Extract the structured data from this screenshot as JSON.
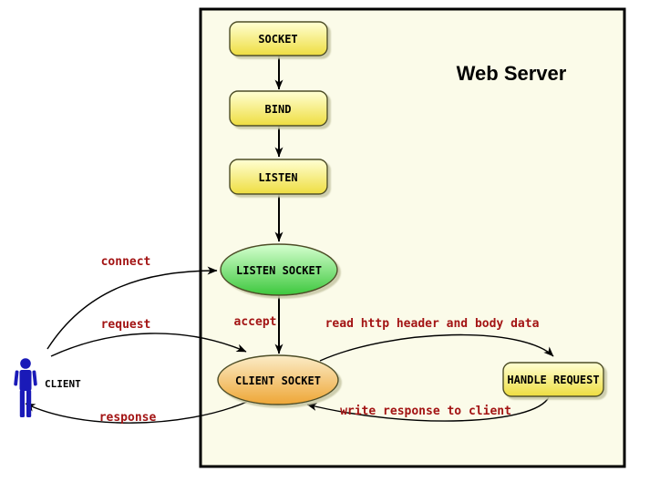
{
  "title": "Web Server",
  "nodes": {
    "socket": "SOCKET",
    "bind": "BIND",
    "listen": "LISTEN",
    "listen_socket": "LISTEN SOCKET",
    "client_socket": "CLIENT SOCKET",
    "handle_request": "HANDLE REQUEST",
    "client": "CLIENT"
  },
  "flows": [
    {
      "from": "SOCKET",
      "to": "BIND",
      "label": ""
    },
    {
      "from": "BIND",
      "to": "LISTEN",
      "label": ""
    },
    {
      "from": "LISTEN",
      "to": "LISTEN SOCKET",
      "label": ""
    },
    {
      "from": "LISTEN SOCKET",
      "to": "CLIENT SOCKET",
      "label": "accept"
    },
    {
      "from": "CLIENT",
      "to": "LISTEN SOCKET",
      "label": "connect"
    },
    {
      "from": "CLIENT",
      "to": "CLIENT SOCKET",
      "label": "request"
    },
    {
      "from": "CLIENT SOCKET",
      "to": "CLIENT",
      "label": "response"
    },
    {
      "from": "CLIENT SOCKET",
      "to": "HANDLE REQUEST",
      "label": "read http header and body data"
    },
    {
      "from": "HANDLE REQUEST",
      "to": "CLIENT SOCKET",
      "label": "write response to client"
    }
  ],
  "colors": {
    "server_bg": "#fbfbe9",
    "border_black": "#000000",
    "node_border": "#4d4d26",
    "node_yellow_top": "#ffffd4",
    "node_yellow_bottom": "#eedd40",
    "ellipse_green_top": "#d6ffd0",
    "ellipse_green_bottom": "#3dc73d",
    "ellipse_orange_top": "#fbecc8",
    "ellipse_orange_bottom": "#eea636",
    "label_red": "#a31414",
    "client_blue": "#1a1ab8"
  }
}
